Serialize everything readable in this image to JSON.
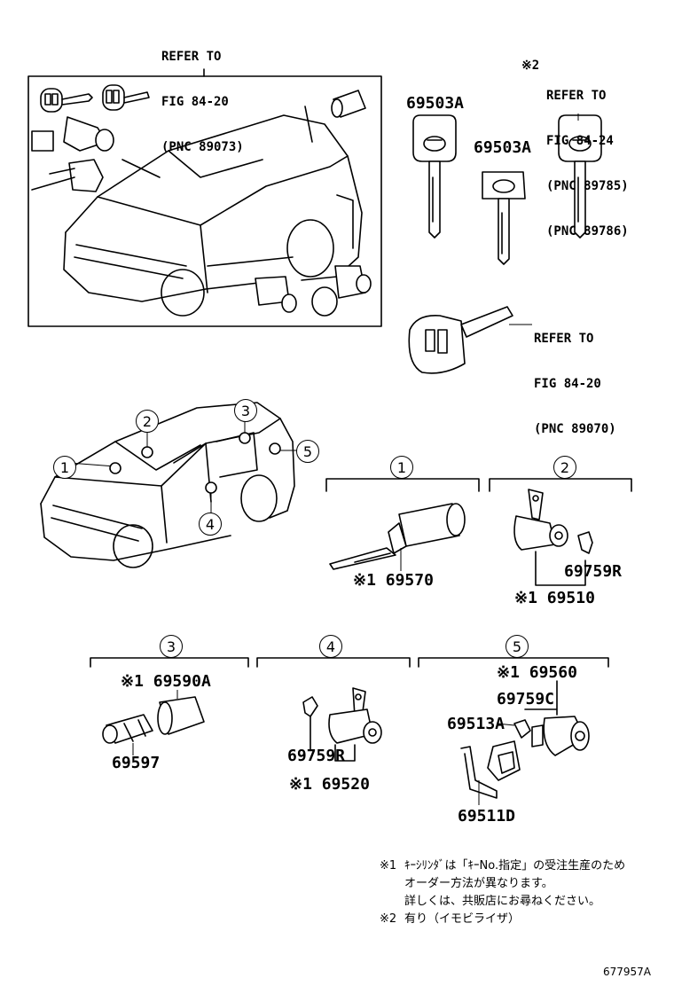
{
  "top_ref": {
    "line1": "REFER TO",
    "line2": "FIG 84-20",
    "line3": "(PNC 89073)"
  },
  "right_ref": {
    "mark": "※2",
    "line1": "REFER TO",
    "line2": "FIG 84-24",
    "line3": "(PNC 89785)",
    "line4": "(PNC 89786)"
  },
  "remote_ref": {
    "line1": "REFER TO",
    "line2": "FIG 84-20",
    "line3": "(PNC 89070)"
  },
  "parts": {
    "key_a": "69503A",
    "key_b": "69503A",
    "p69570": "※1 69570",
    "p69759r_a": "69759R",
    "p69510": "※1 69510",
    "p69590a": "※1 69590A",
    "p69597": "69597",
    "p69759r_b": "69759R",
    "p69520": "※1 69520",
    "p69560": "※1 69560",
    "p69759c": "69759C",
    "p69513a": "69513A",
    "p69511d": "69511D"
  },
  "callouts": [
    "1",
    "2",
    "3",
    "4",
    "5"
  ],
  "notes": {
    "n1_mark": "※1",
    "n1_line1": "ｷｰｼﾘﾝﾀﾞは「ｷｰNo.指定」の受注生産のため",
    "n1_line2": "オーダー方法が異なります。",
    "n1_line3": "詳しくは、共販店にお尋ねください。",
    "n2_mark": "※2",
    "n2_line1": "有り（イモビライザ）"
  },
  "figure_id": "677957A"
}
